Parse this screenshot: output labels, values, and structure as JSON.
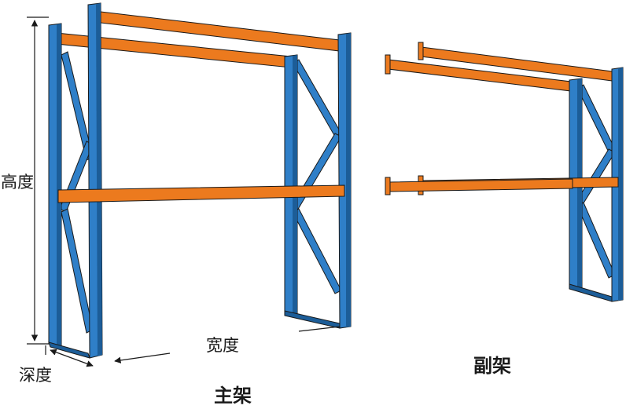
{
  "labels": {
    "height": "高度",
    "width": "宽度",
    "depth": "深度",
    "main_frame": "主架",
    "sub_frame": "副架"
  },
  "colors": {
    "upright_blue": "#2f7fc8",
    "upright_dark": "#1c5d98",
    "beam_orange": "#ec7a1e",
    "beam_dark": "#b95a10",
    "outline": "#1a1a1a"
  }
}
